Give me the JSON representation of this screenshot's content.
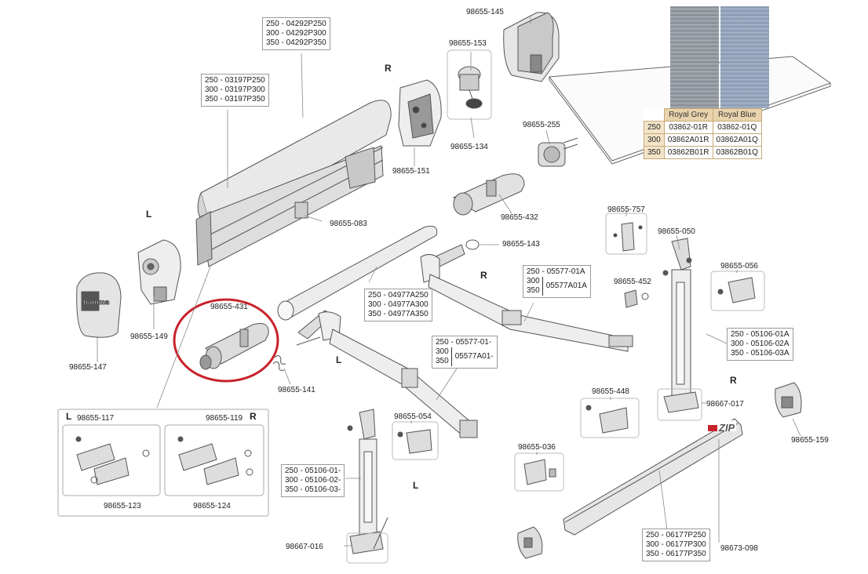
{
  "side_labels": {
    "right_top": "R",
    "left_top": "L",
    "right_arm": "R",
    "left_arm": "L",
    "left_bracket_box": "L",
    "right_bracket_box": "R",
    "left_leg": "L",
    "right_leg": "R"
  },
  "parts": {
    "p_98655_145": "98655-145",
    "p_98655_153": "98655-153",
    "p_98655_134": "98655-134",
    "p_98655_151": "98655-151",
    "p_98655_255": "98655-255",
    "p_98655_432": "98655-432",
    "p_98655_083": "98655-083",
    "p_98655_143": "98655-143",
    "p_98655_757": "98655-757",
    "p_98655_050": "98655-050",
    "p_98655_056": "98655-056",
    "p_98655_452": "98655-452",
    "p_98655_149": "98655-149",
    "p_98655_147": "98655-147",
    "p_98655_431": "98655-431",
    "p_98655_141": "98655-141",
    "p_98655_117": "98655-117",
    "p_98655_119": "98655-119",
    "p_98655_123": "98655-123",
    "p_98655_124": "98655-124",
    "p_98655_054": "98655-054",
    "p_98655_448": "98655-448",
    "p_98667_017": "98667-017",
    "p_98655_159": "98655-159",
    "p_98655_036": "98655-036",
    "p_98667_016": "98667-016",
    "p_98673_098": "98673-098"
  },
  "codes": {
    "top_cover": [
      "250 - 04292P250",
      "300 - 04292P300",
      "350 - 04292P350"
    ],
    "case": [
      "250 - 03197P250",
      "300 - 03197P300",
      "350 - 03197P350"
    ],
    "roller_tube": [
      "250 - 04977A250",
      "300 - 04977A300",
      "350 - 04977A350"
    ],
    "right_arm": {
      "line1": "250 - 05577-01A",
      "size_a": "300",
      "size_b": "350",
      "code": "05577A01A"
    },
    "left_arm": {
      "line1": "250 - 05577-01-",
      "size_a": "300",
      "size_b": "350",
      "code": "05577A01-"
    },
    "right_leg": [
      "250 - 05106-01A",
      "300 - 05106-02A",
      "350 - 05106-03A"
    ],
    "left_leg": [
      "250 - 05106-01-",
      "300 - 05106-02-",
      "350 - 05106-03-"
    ],
    "front_bar": [
      "250 - 06177P250",
      "300 - 06177P300",
      "350 - 06177P350"
    ]
  },
  "fabric_table": {
    "headers": [
      "Royal Grey",
      "Royal Blue"
    ],
    "rows": [
      {
        "size": "250",
        "grey": "03862-01R",
        "blue": "03862-01Q"
      },
      {
        "size": "300",
        "grey": "03862A01R",
        "blue": "03862A01Q"
      },
      {
        "size": "350",
        "grey": "03862B01R",
        "blue": "03862B01Q"
      }
    ]
  },
  "front_bar_logo": "ZIP",
  "colors": {
    "highlight_circle": "#c8232c",
    "royal_grey": "#8e939b",
    "royal_blue": "#8fa0b9",
    "table_header": "#e8d3ad",
    "line": "#555555",
    "part_fill": "#f2f2f2",
    "part_dark": "#7a7a7a"
  }
}
